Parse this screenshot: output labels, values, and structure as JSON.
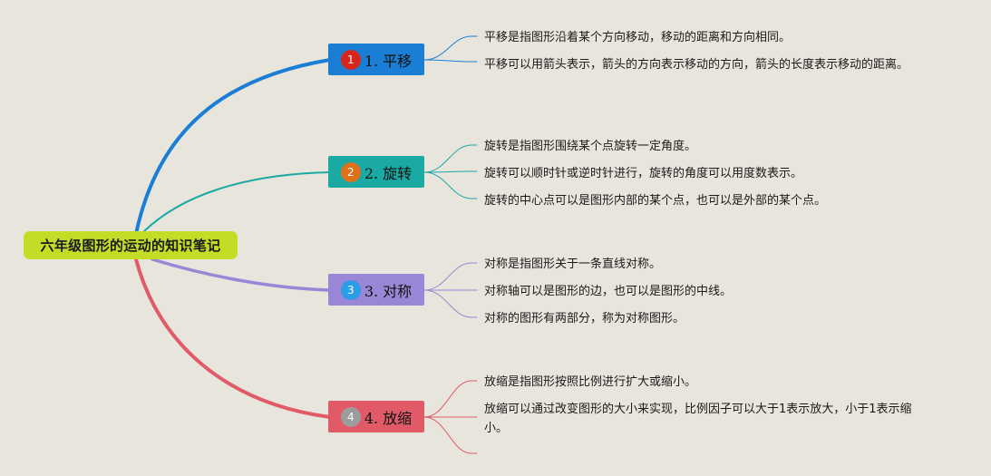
{
  "root": {
    "label": "六年级图形的运动的知识笔记"
  },
  "branches": [
    {
      "number": "1",
      "label": "1. 平移",
      "color": "#1a7fd4",
      "badge_color": "#d9261c",
      "items": [
        "平移是指图形沿着某个方向移动，移动的距离和方向相同。",
        "平移可以用箭头表示，箭头的方向表示移动的方向，箭头的长度表示移动的距离。"
      ]
    },
    {
      "number": "2",
      "label": "2. 旋转",
      "color": "#1aa9a3",
      "badge_color": "#e0711a",
      "items": [
        "旋转是指图形围绕某个点旋转一定角度。",
        "旋转可以顺时针或逆时针进行，旋转的角度可以用度数表示。",
        "旋转的中心点可以是图形内部的某个点，也可以是外部的某个点。"
      ]
    },
    {
      "number": "3",
      "label": "3. 对称",
      "color": "#9a86d6",
      "badge_color": "#2a9de6",
      "items": [
        "对称是指图形关于一条直线对称。",
        "对称轴可以是图形的边，也可以是图形的中线。",
        "对称的图形有两部分，称为对称图形。"
      ]
    },
    {
      "number": "4",
      "label": "4. 放缩",
      "color": "#e05a68",
      "badge_color": "#9c9c9c",
      "items": [
        "放缩是指图形按照比例进行扩大或缩小。",
        "放缩可以通过改变图形的大小来实现，比例因子可以大于1表示放大，小于1表示缩小。"
      ]
    }
  ]
}
